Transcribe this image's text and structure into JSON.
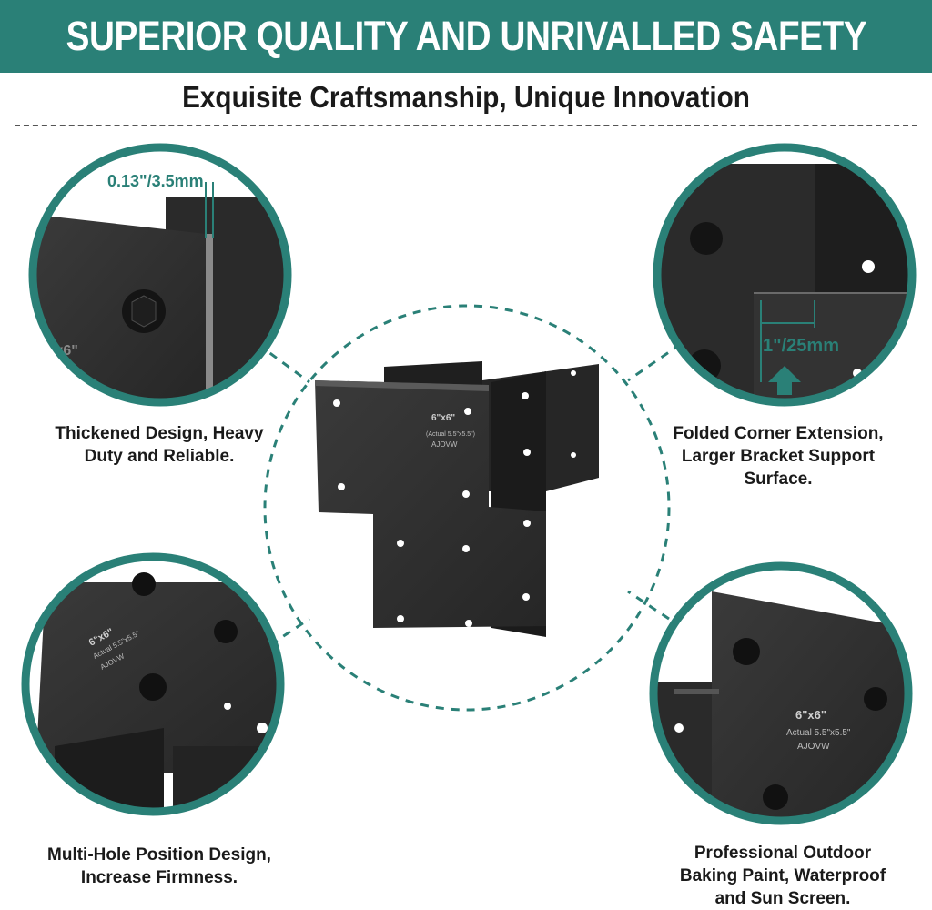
{
  "header": {
    "title": "SUPERIOR QUALITY AND UNRIVALLED SAFETY",
    "subtitle": "Exquisite Craftsmanship, Unique Innovation"
  },
  "colors": {
    "accent": "#2a8077",
    "text": "#1a1a1a",
    "metal": "#2c2c2c"
  },
  "features": [
    {
      "lines": [
        "Thickened Design, Heavy",
        "Duty and Reliable."
      ],
      "measurement": "0.13\"/3.5mm"
    },
    {
      "lines": [
        "Folded Corner Extension,",
        "Larger Bracket Support",
        "Surface."
      ],
      "measurement": "1\"/25mm"
    },
    {
      "lines": [
        "Multi-Hole Position Design,",
        "Increase Firmness."
      ]
    },
    {
      "lines": [
        "Professional Outdoor",
        "Baking Paint, Waterproof",
        "and Sun Screen."
      ]
    }
  ],
  "product": {
    "size_label": "6\"x6\"",
    "actual_label": "(Actual 5.5\"x5.5\")",
    "brand": "AJOVW",
    "detail_actual": "Actual 5.5\"x5.5\"",
    "side_mark": "6\"x6\""
  }
}
